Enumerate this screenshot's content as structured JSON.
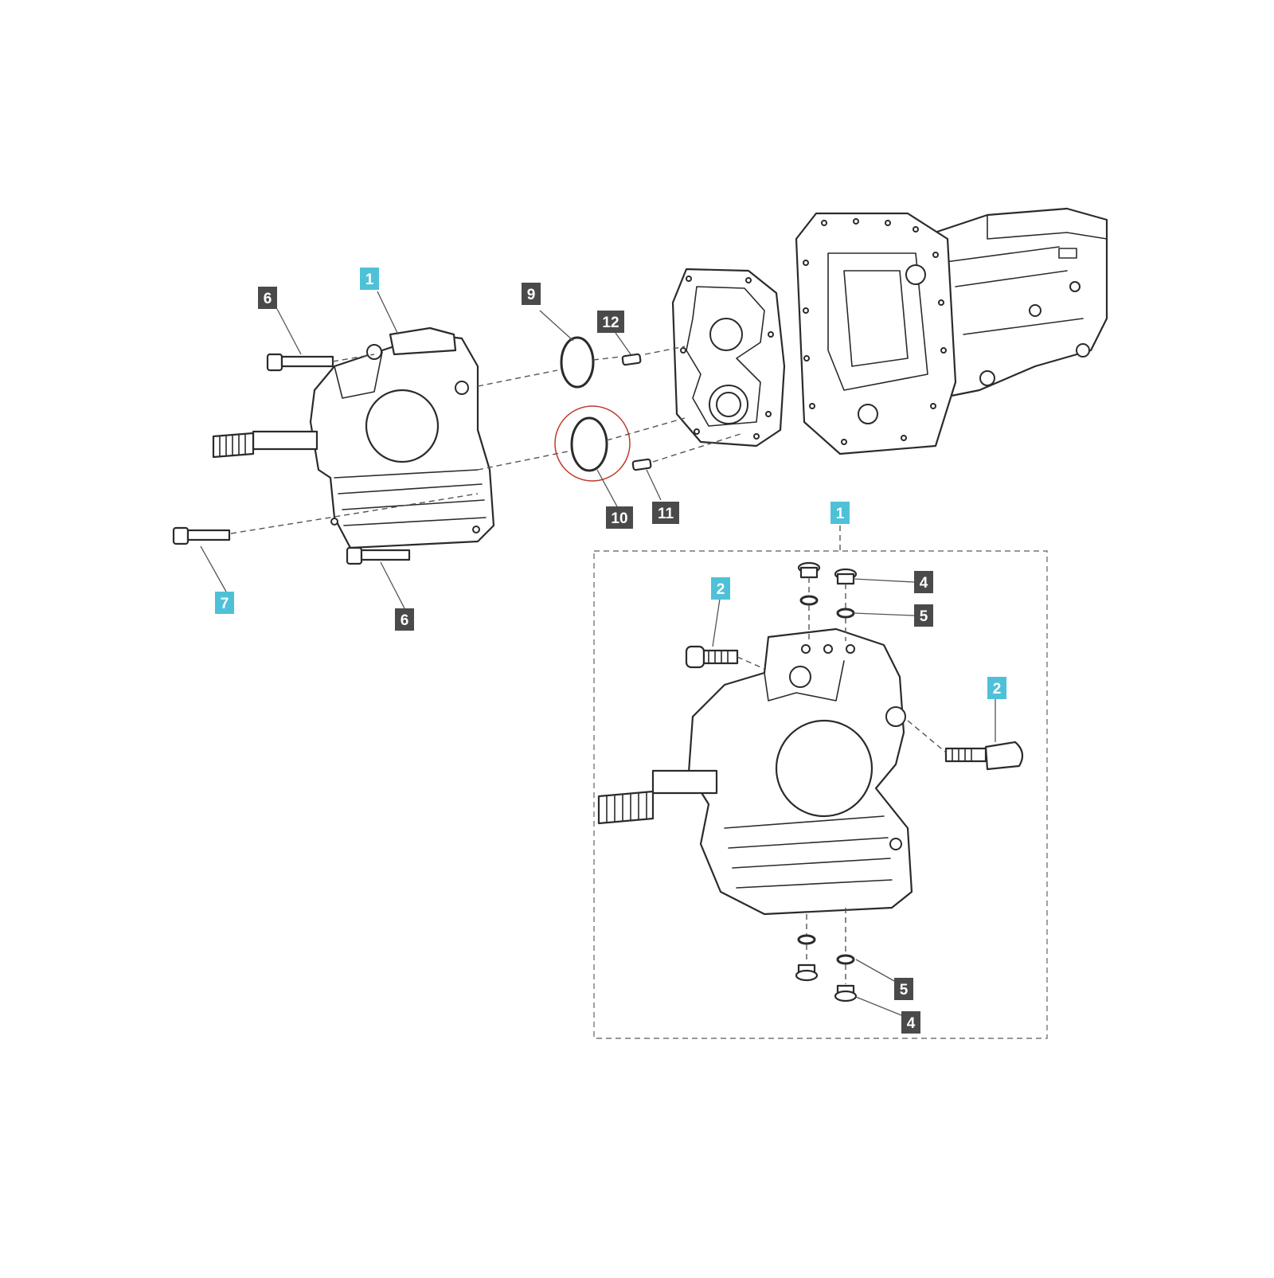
{
  "colors": {
    "callout_dark": "#4a4a4a",
    "callout_highlight": "#4ec1d8",
    "line": "#2b2b2b",
    "highlight_circle": "#c0392b"
  },
  "callouts": [
    {
      "id": "c1-top",
      "label": "1",
      "style": "highlight"
    },
    {
      "id": "c6-top",
      "label": "6",
      "style": "dark"
    },
    {
      "id": "c9",
      "label": "9",
      "style": "dark"
    },
    {
      "id": "c12",
      "label": "12",
      "style": "dark"
    },
    {
      "id": "c10",
      "label": "10",
      "style": "dark"
    },
    {
      "id": "c11",
      "label": "11",
      "style": "dark"
    },
    {
      "id": "c7",
      "label": "7",
      "style": "highlight"
    },
    {
      "id": "c6-bottom",
      "label": "6",
      "style": "dark"
    },
    {
      "id": "c1-detail",
      "label": "1",
      "style": "highlight"
    },
    {
      "id": "c2-left",
      "label": "2",
      "style": "highlight"
    },
    {
      "id": "c4-top",
      "label": "4",
      "style": "dark"
    },
    {
      "id": "c5-top",
      "label": "5",
      "style": "dark"
    },
    {
      "id": "c2-right",
      "label": "2",
      "style": "highlight"
    },
    {
      "id": "c5-bottom",
      "label": "5",
      "style": "dark"
    },
    {
      "id": "c4-bottom",
      "label": "4",
      "style": "dark"
    }
  ]
}
